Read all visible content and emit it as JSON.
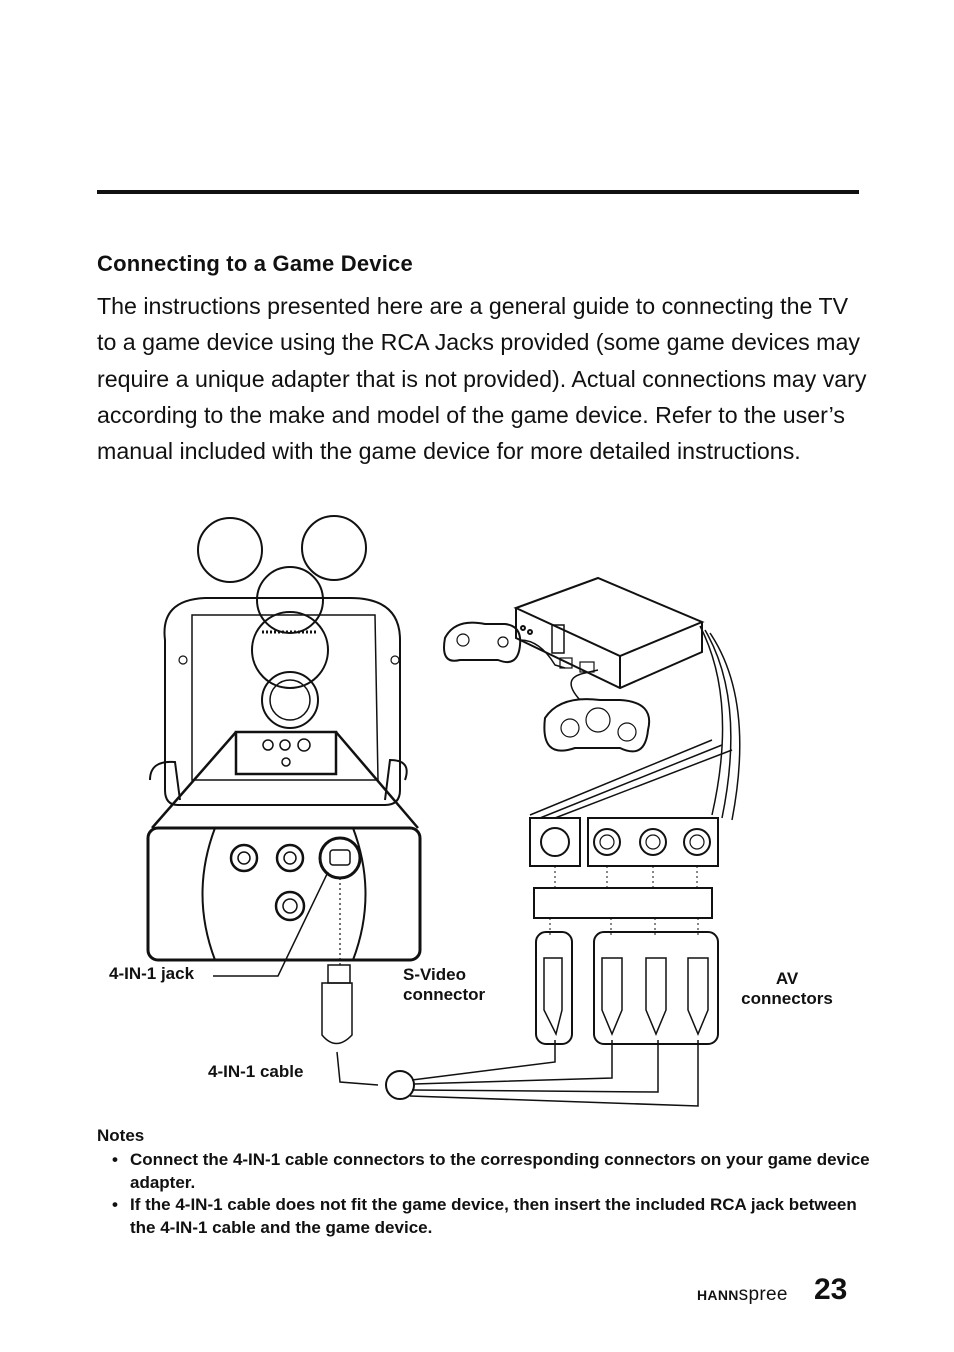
{
  "section": {
    "heading": "Connecting to a Game Device",
    "body": "The instructions presented here are a general guide to connecting the TV to a game device using the RCA Jacks provided (some game devices may require a unique adapter that is not provided). Actual connections may vary according to the make and model of the game device. Refer to the user’s manual included with the game device for more detailed instructions."
  },
  "figure": {
    "labels": {
      "jack": "4-IN-1 jack",
      "svideo_line1": "S-Video",
      "svideo_line2": "connector",
      "av_line1": "AV",
      "av_line2": "connectors",
      "cable": "4-IN-1 cable"
    }
  },
  "notes": {
    "title": "Notes",
    "items": [
      "Connect the 4-IN-1 cable connectors to the corresponding connectors on your game device adapter.",
      "If the 4-IN-1 cable does not fit the game device, then insert the included RCA jack between the 4-IN-1 cable and the game device."
    ]
  },
  "footer": {
    "brand_bold": "HANN",
    "brand_regular": "spree",
    "page_number": "23"
  }
}
